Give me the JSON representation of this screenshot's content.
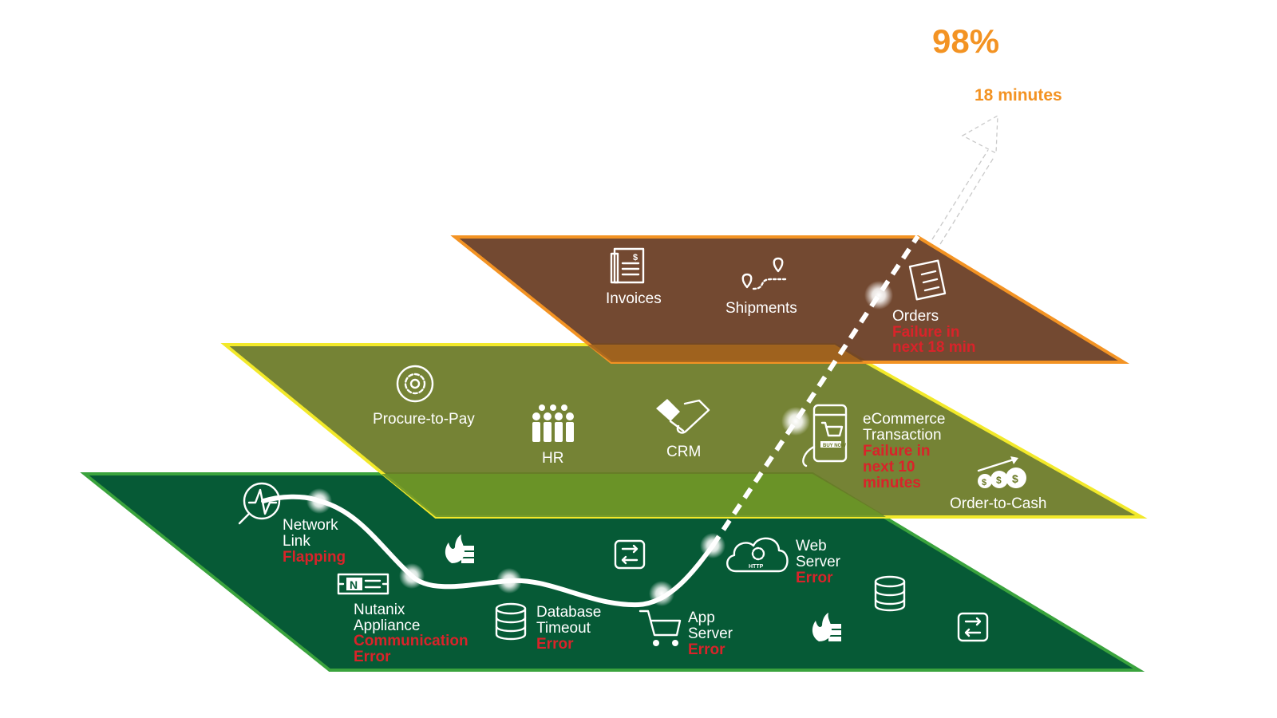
{
  "forecast": {
    "probability": "98%",
    "time_to_failure": "18 minutes"
  },
  "layers": {
    "business": {
      "color_fill": "#6b3f26",
      "color_border": "#f39323",
      "items": {
        "invoices": "Invoices",
        "shipments": "Shipments",
        "orders": "Orders",
        "orders_alert": [
          "Failure in",
          "next 18 min"
        ]
      }
    },
    "application": {
      "color_fill": "#6b7a26",
      "color_border": "#f2e92a",
      "items": {
        "procure_to_pay": "Procure-to-Pay",
        "hr": "HR",
        "crm": "CRM",
        "ecommerce": [
          "eCommerce",
          "Transaction"
        ],
        "ecommerce_alert": [
          "Failure in",
          "next 10",
          "minutes"
        ],
        "order_to_cash": "Order-to-Cash"
      }
    },
    "infrastructure": {
      "color_fill": "#065a36",
      "color_border": "#3aa33d",
      "items": {
        "network": [
          "Network",
          "Link"
        ],
        "network_alert": "Flapping",
        "nutanix": [
          "Nutanix",
          "Appliance"
        ],
        "nutanix_alert": [
          "Communication",
          "Error"
        ],
        "database": [
          "Database",
          "Timeout"
        ],
        "database_alert": "Error",
        "app_server": [
          "App",
          "Server"
        ],
        "app_server_alert": "Error",
        "web_server": [
          "Web",
          "Server"
        ],
        "web_server_alert": "Error",
        "http_badge": "HTTP",
        "nutanix_badge": "N",
        "buy_now_badge": "BUY NOW"
      }
    }
  },
  "colors": {
    "accent_orange": "#f39323",
    "alert_red": "#d9232a"
  }
}
